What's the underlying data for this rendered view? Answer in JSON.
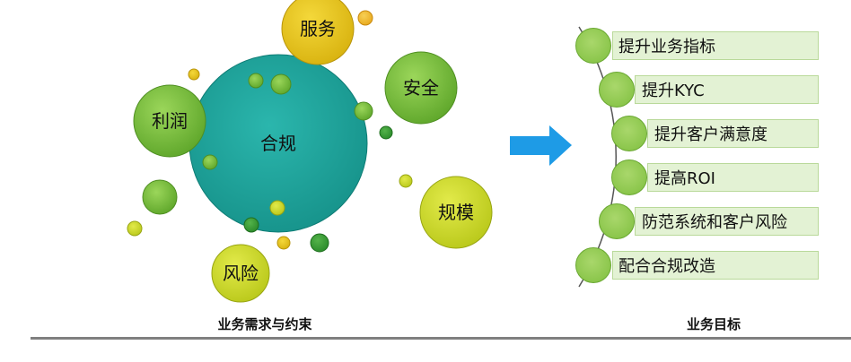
{
  "left_diagram": {
    "caption": "业务需求与约束",
    "center_label": "合规",
    "labels": {
      "service": "服务",
      "safety": "安全",
      "profit": "利润",
      "scale": "规模",
      "risk": "风险"
    }
  },
  "right_diagram": {
    "caption": "业务目标",
    "goals": [
      "提升业务指标",
      "提升KYC",
      "提升客户满意度",
      "提高ROI",
      "防范系统和客户风险",
      "配合合规改造"
    ]
  },
  "colors": {
    "teal": "#1fa39a",
    "green": "#6fb83a",
    "yellow": "#e3c21a",
    "lime": "#cbd725",
    "arrow": "#1e9be6"
  }
}
